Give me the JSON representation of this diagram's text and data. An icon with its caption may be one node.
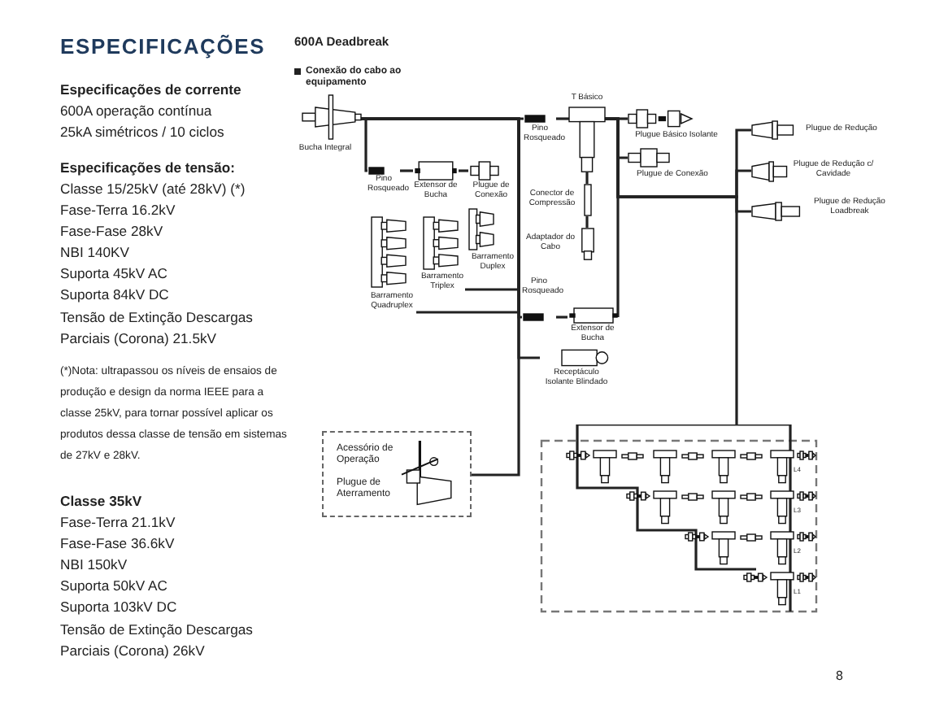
{
  "diagram": {
    "title": "ESPECIFICAÇÕES",
    "nodes": [
      {
        "text": [
          "Bucha Integral"
        ]
      },
      {
        "text": [
          "Pino Rosqueado"
        ]
      },
      {
        "text": [
          "T Básico"
        ]
      },
      {
        "text": [
          "Conector de Compressão"
        ]
      },
      {
        "text": [
          "Adaptador do Cabo"
        ]
      },
      {
        "text": [
          "Plugue Básico Isolante"
        ]
      },
      {
        "text": [
          "Plugue de Conexão"
        ]
      },
      {
        "text": [
          "Plugue de Redução"
        ]
      },
      {
        "text": [
          "Plugue de Redução c/ Cavidade"
        ]
      },
      {
        "text": [
          "Plugue de Redução Loadbreak"
        ]
      },
      {
        "text": [
          "Pino Rosqueado"
        ]
      },
      {
        "text": [
          "Extensor de Bucha"
        ]
      },
      {
        "text": [
          "Plugue de Conexão"
        ]
      },
      {
        "text": [
          "Barramento Duplex"
        ]
      },
      {
        "text": [
          "Barramento Triplex"
        ]
      },
      {
        "text": [
          "Barramento Quadruplex"
        ]
      },
      {
        "text": [
          "Pino Rosqueado"
        ]
      },
      {
        "text": [
          "Extensor de Bucha"
        ]
      },
      {
        "text": [
          "Receptáculo Isolante Blindado"
        ]
      },
      {
        "text": [
          "Acessório de Operação",
          "Plugue de Aterramento"
        ]
      },
      {
        "text": [],
        "shape": "box"
      }
    ],
    "edges": [
      {
        "from": 0,
        "to": 1,
        "arrow": "none"
      },
      {
        "from": 1,
        "to": 2,
        "arrow": "none"
      },
      {
        "from": 2,
        "to": 3,
        "arrow": "none"
      },
      {
        "from": 3,
        "to": 4,
        "arrow": "none"
      },
      {
        "from": 2,
        "to": 5,
        "arrow": "none"
      },
      {
        "from": 2,
        "to": 6,
        "arrow": "none"
      },
      {
        "from": 2,
        "to": 7,
        "arrow": "none"
      },
      {
        "from": 2,
        "to": 8,
        "arrow": "none"
      },
      {
        "from": 2,
        "to": 9,
        "arrow": "none"
      },
      {
        "from": 0,
        "to": 10,
        "arrow": "none"
      },
      {
        "from": 10,
        "to": 11,
        "arrow": "none"
      },
      {
        "from": 11,
        "to": 12,
        "arrow": "none"
      },
      {
        "from": 0,
        "to": 14,
        "arrow": "none"
      },
      {
        "from": 0,
        "to": 15,
        "arrow": "none"
      },
      {
        "from": 0,
        "to": 16,
        "arrow": "none"
      },
      {
        "from": 16,
        "to": 17,
        "arrow": "none"
      },
      {
        "from": 17,
        "to": 2,
        "arrow": "none"
      },
      {
        "from": 0,
        "to": 18,
        "arrow": "none"
      },
      {
        "from": 0,
        "to": 19,
        "arrow": "none"
      },
      {
        "from": 2,
        "to": 20,
        "arrow": "none"
      }
    ],
    "labels": [
      "Especificações de corrente",
      "600A operação contínua",
      "25kA simétricos / 10 ciclos",
      "Especificações de tensão:",
      "Classe 15/25kV (até 28kV) (*)",
      "Fase-Terra 16.2kV",
      "Fase-Fase 28kV",
      "NBI 140KV",
      "Suporta 45kV AC",
      "Suporta 84kV DC",
      "Tensão de Extinção Descargas Parciais (Corona) 21.5kV",
      "(*)Nota: ultrapassou os níveis de ensaios de produção e design da norma IEEE para a classe 25kV, para tornar possível aplicar os produtos dessa classe de tensão em sistemas de 27kV e 28kV.",
      "Classe 35kV",
      "Fase-Terra 21.1kV",
      "Fase-Fase 36.6kV",
      "NBI 150kV",
      "Suporta 50kV AC",
      "Suporta 103kV DC",
      "Tensão de Extinção Descargas Parciais (Corona) 26kV",
      "600A Deadbreak",
      "Conexão do cabo ao equipamento",
      "L4",
      "L3",
      "L2",
      "L1",
      "8"
    ]
  }
}
